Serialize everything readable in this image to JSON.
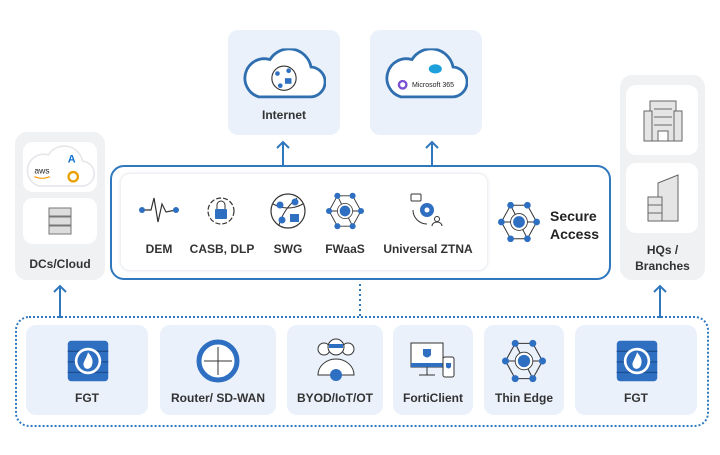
{
  "top": {
    "internet": {
      "label": "Internet",
      "icon": "cloud-globe-lock-icon"
    },
    "saas": {
      "label": "Microsoft 365",
      "logos": [
        "salesforce",
        "microsoft-365"
      ],
      "icon": "cloud-saas-icon"
    }
  },
  "left_panel": {
    "label": "DCs/Cloud",
    "logos": [
      "aws",
      "azure",
      "google-cloud"
    ],
    "icons": [
      "cloud-providers-icon",
      "cloud-server-icon"
    ]
  },
  "right_panel": {
    "label": "HQs / Branches",
    "icons": [
      "office-building-icon",
      "branch-building-icon"
    ]
  },
  "secure_access": {
    "title": "Secure Access",
    "services": [
      {
        "label": "DEM",
        "icon": "waveform-icon"
      },
      {
        "label": "CASB, DLP",
        "icon": "gear-lock-icon"
      },
      {
        "label": "SWG",
        "icon": "globe-lock-icon"
      },
      {
        "label": "FWaaS",
        "icon": "hex-network-fire-icon"
      },
      {
        "label": "Universal ZTNA",
        "icon": "gear-user-icon"
      }
    ]
  },
  "edges": [
    {
      "label": "FGT",
      "icon": "firewall-icon"
    },
    {
      "label": "Router/ SD-WAN",
      "icon": "router-icon"
    },
    {
      "label": "BYOD/IoT/OT",
      "icon": "users-icon"
    },
    {
      "label": "FortiClient",
      "icon": "devices-shield-icon"
    },
    {
      "label": "Thin Edge",
      "icon": "hex-cloud-icon"
    },
    {
      "label": "FGT",
      "icon": "firewall-icon"
    }
  ],
  "colors": {
    "accent": "#2e6fc2",
    "frame": "#2f78bd",
    "card": "#eaf1fb",
    "panel": "#f0f1f3"
  }
}
